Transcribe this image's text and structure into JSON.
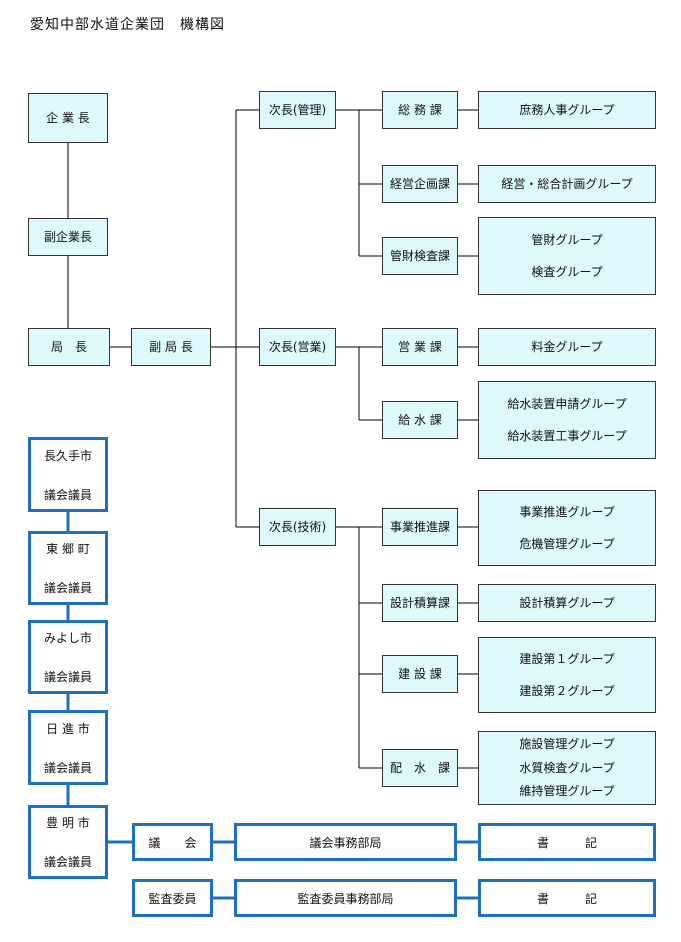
{
  "title": "愛知中部水道企業団　機構図",
  "top_chain": {
    "kigyocho": "企 業 長",
    "fuku_kigyocho": "副企業長",
    "kyokucho": "局　長",
    "fuku_kyokucho": "副 局 長"
  },
  "deputies": {
    "kanri": "次長(管理)",
    "eigyo": "次長(営業)",
    "gijutsu": "次長(技術)"
  },
  "sections": {
    "somu": "総 務 課",
    "keiei_kikaku": "経営企画課",
    "kanzai_kensa": "管財検査課",
    "eigyo": "営 業 課",
    "kyusui": "給 水 課",
    "jigyo_suishin": "事業推進課",
    "sekkei_sekisan": "設計積算課",
    "kensetsu": "建 設 課",
    "haisui": "配　水　課"
  },
  "groups": {
    "shomu_jinji": "庶務人事グループ",
    "keiei_sogo": "経営・総合計画グループ",
    "kanzai": "管財グループ",
    "kensa": "検査グループ",
    "ryokin": "料金グループ",
    "kyusui_shinsei": "給水装置申請グループ",
    "kyusui_koji": "給水装置工事グループ",
    "jigyo_suishin": "事業推進グループ",
    "kiki_kanri": "危機管理グループ",
    "sekkei_sekisan": "設計積算グループ",
    "kensetsu_1": "建設第１グループ",
    "kensetsu_2": "建設第２グループ",
    "shisetsu_kanri": "施設管理グループ",
    "suishitsu_kensa": "水質検査グループ",
    "iji_kanri": "維持管理グループ"
  },
  "assembly": {
    "members": [
      {
        "city": "長久手市",
        "role": "議会議員"
      },
      {
        "city": "東 郷 町",
        "role": "議会議員"
      },
      {
        "city": "みよし市",
        "role": "議会議員"
      },
      {
        "city": "日 進 市",
        "role": "議会議員"
      },
      {
        "city": "豊 明 市",
        "role": "議会議員"
      }
    ],
    "gikai": "議　　会",
    "gikai_jimukyoku": "議会事務部局",
    "shoki_1": "書　　　記",
    "kansa_iin": "監査委員",
    "kansa_jimukyoku": "監査委員事務部局",
    "shoki_2": "書　　　記"
  },
  "colors": {
    "box_fill": "#ddf9fb",
    "blue_border": "#1f6fc0",
    "line": "#000000"
  }
}
